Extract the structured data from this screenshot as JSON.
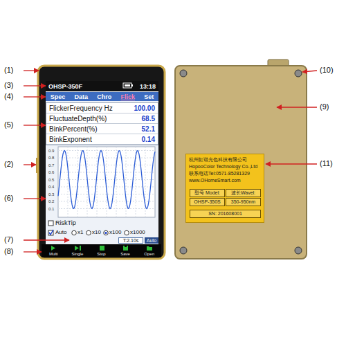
{
  "diagram": {
    "nodes": [
      {
        "text": [
          "OHSP-350F",
          "13:18"
        ]
      },
      {
        "text": [
          "Spec",
          "Data",
          "Chro",
          "Flick",
          "Set"
        ]
      },
      {
        "text": [
          "FlickerFrequency Hz",
          "100.00",
          "FluctuateDepth(%)",
          "68.5",
          "BinkPercent(%)",
          "52.1",
          "BinkExponent",
          "0.14"
        ]
      },
      {
        "text": [
          "T:2.10s"
        ]
      },
      {
        "text": [
          "Auto"
        ]
      },
      {
        "text": [
          "Multi",
          "Single",
          "Stop",
          "Save",
          "Open"
        ]
      },
      {
        "text": [
          "杭州虹谱光色科技有限公司",
          "HopooColor Technology Co.,Ltd",
          "联系电话Tel:0571-85281329",
          "www.OHomeSmart.com"
        ]
      },
      {
        "text": [
          "型号 Model:"
        ],
        "in": 6
      },
      {
        "text": [
          "波长Wavel:"
        ],
        "in": 6
      },
      {
        "text": [
          "OHSP-350S"
        ],
        "in": 6
      },
      {
        "text": [
          "350-950nm"
        ],
        "in": 6
      },
      {
        "text": [
          "SN: 201608001"
        ],
        "in": 6
      }
    ],
    "labels": [
      "(1)",
      "(2)",
      "(3)",
      "(4)",
      "(5)",
      "(6)",
      "(7)",
      "(8)",
      "(9)",
      "(10)",
      "(11)",
      "RiskTip",
      "Auto",
      "x1",
      "x10",
      "x100",
      "x1000",
      "0.9",
      "0.8",
      "0.7",
      "0.6",
      "0.5",
      "0.4",
      "0.3",
      "0.2",
      "0.1"
    ]
  }
}
